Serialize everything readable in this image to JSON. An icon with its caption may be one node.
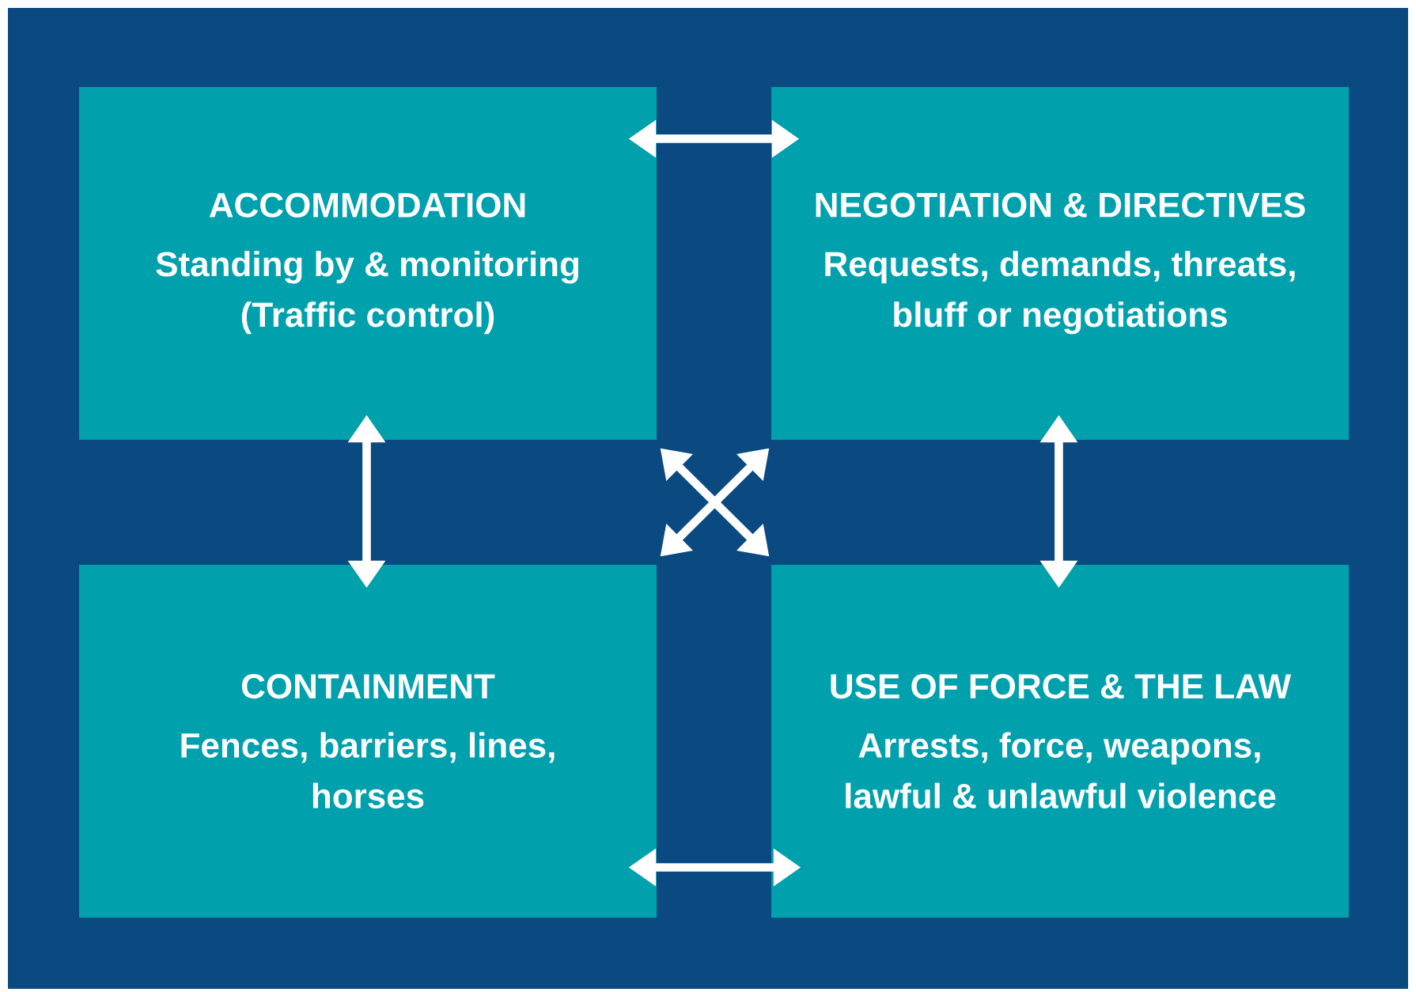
{
  "diagram": {
    "nodes": [
      {
        "text": [
          "ACCOMMODATION",
          "Standing by & monitoring (Traffic control)"
        ]
      },
      {
        "text": [
          "NEGOTIATION & DIRECTIVES",
          "Requests, demands, threats, bluff or negotiations"
        ]
      },
      {
        "text": [
          "CONTAINMENT",
          "Fences, barriers, lines, horses"
        ]
      },
      {
        "text": [
          "USE OF FORCE & THE LAW",
          "Arrests, force, weapons, lawful & unlawful violence"
        ]
      }
    ],
    "edges": [
      {
        "from": 0,
        "to": 1,
        "arrow": "both"
      },
      {
        "from": 0,
        "to": 2,
        "arrow": "both"
      },
      {
        "from": 1,
        "to": 3,
        "arrow": "both"
      },
      {
        "from": 0,
        "to": 3,
        "arrow": "both"
      },
      {
        "from": 1,
        "to": 2,
        "arrow": "both"
      },
      {
        "from": 2,
        "to": 3,
        "arrow": "both"
      }
    ]
  }
}
